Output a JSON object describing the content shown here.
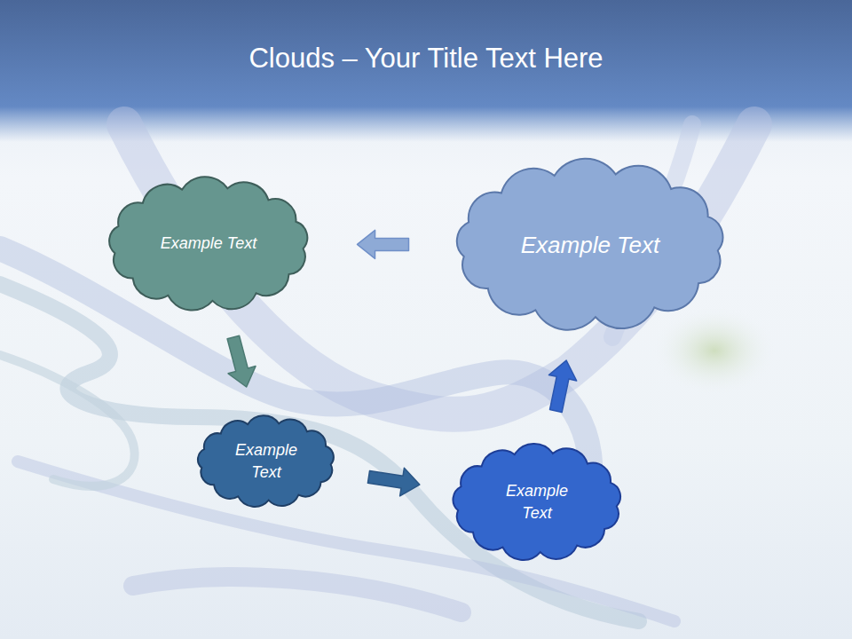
{
  "diagram": {
    "title": "Clouds – Your Title Text Here",
    "nodes": [
      {
        "text": [
          "Example Text"
        ]
      },
      {
        "text": [
          "Example Text"
        ]
      },
      {
        "text": [
          "Example Text"
        ]
      },
      {
        "text": [
          "Example Text"
        ]
      }
    ],
    "edges": [
      {
        "from": 1,
        "to": 0,
        "arrow": "to"
      },
      {
        "from": 0,
        "to": 2,
        "arrow": "to"
      },
      {
        "from": 2,
        "to": 3,
        "arrow": "to"
      },
      {
        "from": 3,
        "to": 1,
        "arrow": "to"
      }
    ]
  }
}
